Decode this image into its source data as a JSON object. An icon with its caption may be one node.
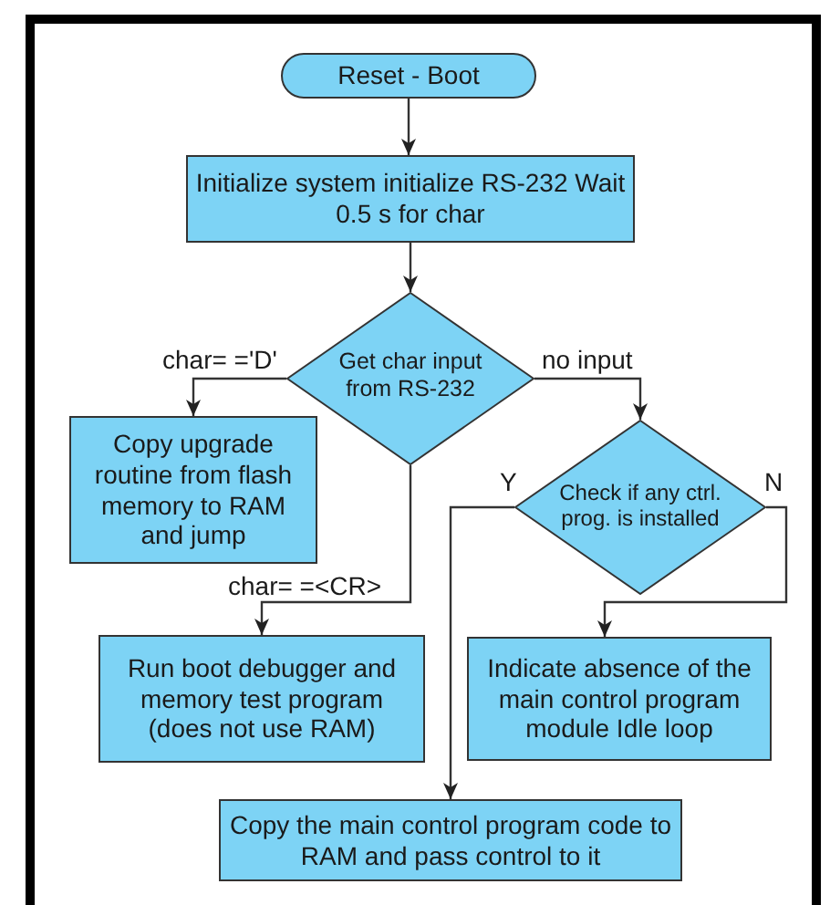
{
  "diagram": {
    "nodes": [
      {
        "text": [
          "Reset - Boot"
        ]
      },
      {
        "text": [
          "Initialize system initialize RS-232 Wait 0.5 s for char"
        ]
      },
      {
        "text": [
          "Get char input from RS-232"
        ]
      },
      {
        "text": [
          "Copy upgrade routine from flash memory to RAM and jump"
        ]
      },
      {
        "text": [
          "Check if any ctrl. prog. is installed"
        ]
      },
      {
        "text": [
          "Run boot debugger and memory test program (does not use RAM)"
        ]
      },
      {
        "text": [
          "Indicate absence of the main control program module Idle loop"
        ]
      },
      {
        "text": [
          "Copy the main control program code to RAM and pass control to it"
        ]
      }
    ],
    "edges": [
      {
        "from": 0,
        "to": 1,
        "arrow": "to"
      },
      {
        "from": 1,
        "to": 2,
        "arrow": "to"
      },
      {
        "from": 2,
        "to": 3,
        "arrow": "to",
        "label": "char= ='D'"
      },
      {
        "from": 2,
        "to": 5,
        "arrow": "to",
        "label": "char= =<CR>"
      },
      {
        "from": 2,
        "to": 4,
        "arrow": "to",
        "label": "no input"
      },
      {
        "from": 4,
        "to": 7,
        "arrow": "to",
        "label": "Y"
      },
      {
        "from": 4,
        "to": 6,
        "arrow": "to",
        "label": "N"
      }
    ]
  }
}
